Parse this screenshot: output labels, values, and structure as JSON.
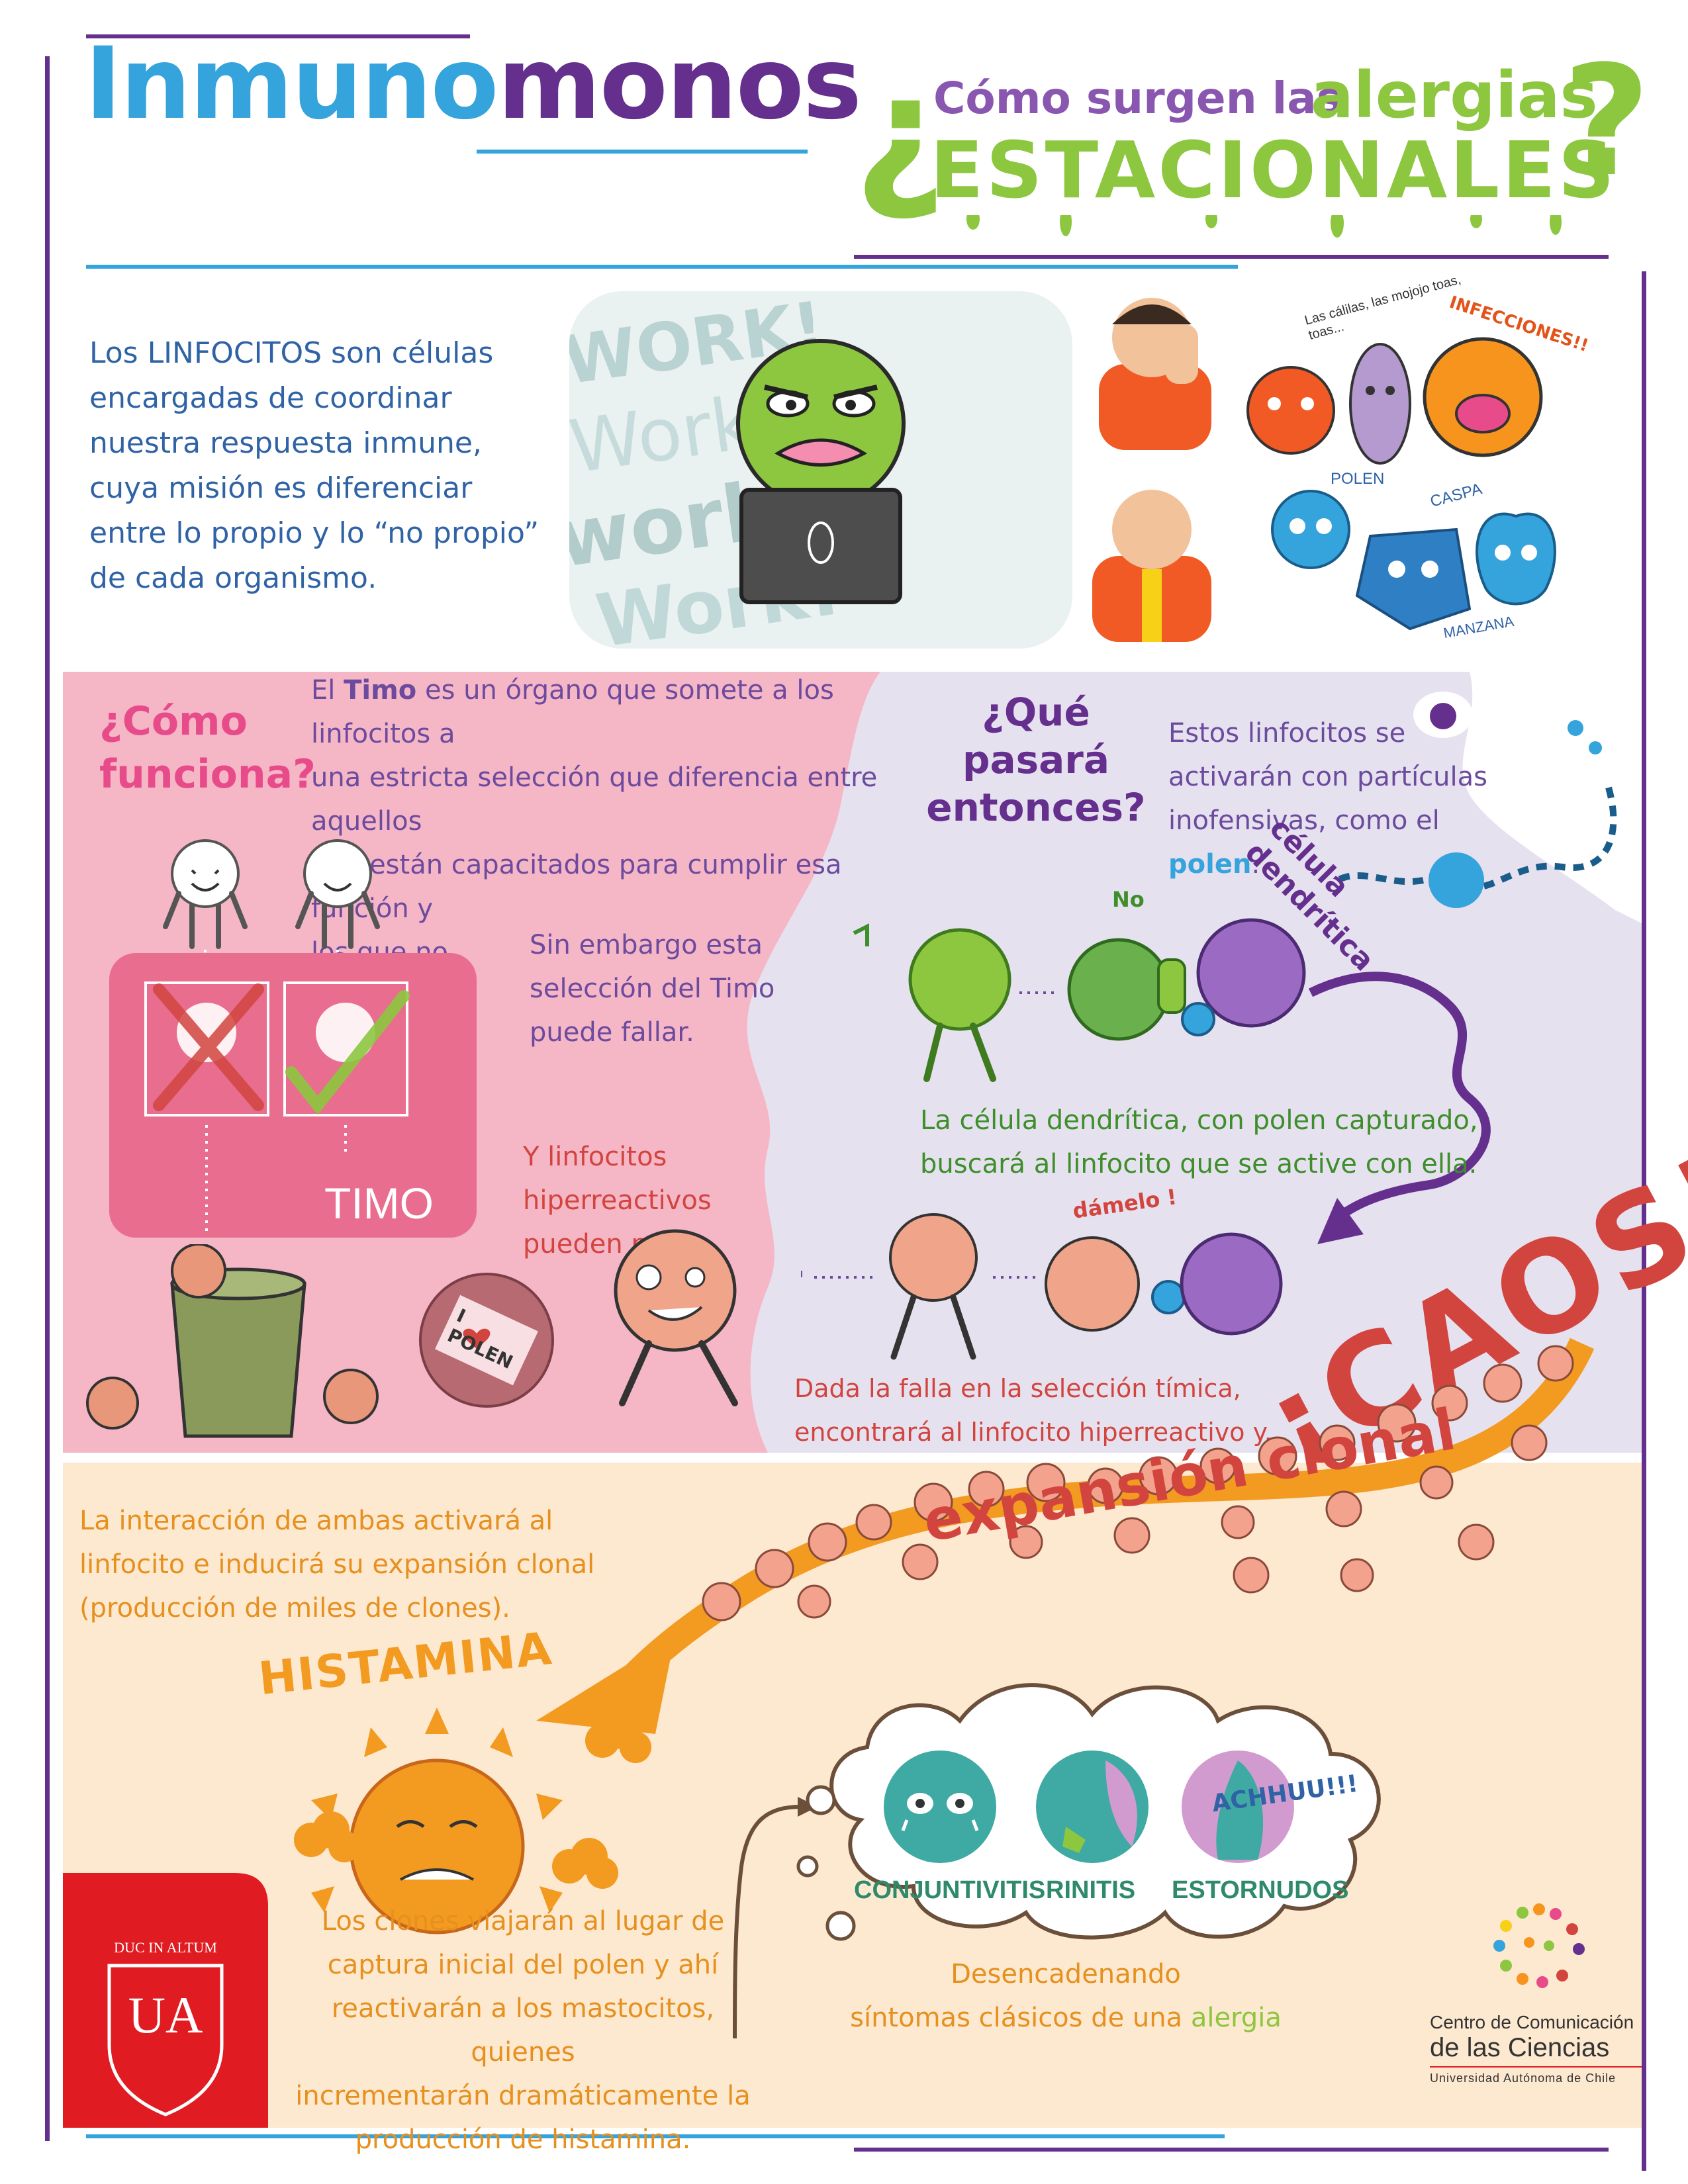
{
  "header": {
    "title_part1": "Inmuno",
    "title_part2": "monos",
    "question_open": "¿",
    "question_line1": "Cómo surgen las",
    "question_highlight": "alergias",
    "question_line2": "ESTACIONALES",
    "question_close": "?"
  },
  "intro": {
    "text_lines": [
      "Los LINFOCITOS son células",
      "encargadas de coordinar",
      "nuestra respuesta inmune,",
      "cuya misión es diferenciar",
      "entre lo propio y lo “no propio”",
      "de cada organismo."
    ],
    "work_words": [
      "WORK!",
      "Work!",
      "work!",
      "Work!"
    ],
    "meme_caption": "Las cálilas, las mojojo toas, toas...",
    "infecciones_label": "INFECCIONES!!",
    "polen_label": "POLEN",
    "caspa_label": "CASPA",
    "manzana_label": "MANZANA"
  },
  "como_funciona": {
    "heading_line1": "¿Cómo",
    "heading_line2": "funciona?",
    "text_lines": [
      "una estricta selección que diferencia entre aquellos",
      "que están capacitados para cumplir esa función  y",
      "los que no."
    ],
    "text_prefix": "El",
    "text_bold": "Timo",
    "text_rest": "es un órgano que somete a los linfocitos a",
    "timo_label": "TIMO",
    "fail_lines": [
      "Sin embargo esta",
      "selección del Timo",
      "puede fallar."
    ],
    "hyper_lines": [
      "Y linfocitos",
      "hiperreactivos",
      "pueden pasar."
    ],
    "badge_line1": "I",
    "badge_line2": "POLEN"
  },
  "que_pasara": {
    "heading_line1": "¿Qué",
    "heading_line2": "pasará",
    "heading_line3": "entonces?",
    "text_line1": "Estos linfocitos se",
    "text_line2": "activarán con partículas",
    "text_line3_prefix": "inofensivas, como el",
    "text_line3_bold": "polen",
    "text_line3_end": ".",
    "dendritic_line1": "célula",
    "dendritic_line2": "dendrítica",
    "no_label": "No",
    "green_lines": [
      "La célula dendrítica, con polen capturado,",
      "buscará al linfocito que se active con ella."
    ],
    "damelo_label": "dámelo !",
    "red_lines": [
      "Dada la falla en la selección tímica,",
      "encontrará al linfocito hiperreactivo y..."
    ],
    "caos_label": "¡CAOS!"
  },
  "expansion": {
    "text_lines": [
      "La interacción de ambas activará al",
      "linfocito e inducirá su expansión clonal",
      "(producción de miles de clones)."
    ],
    "arc_label": "expansión clonal",
    "histamina_label": "HISTAMINA",
    "clones_lines": [
      "Los clones viajarán al lugar de",
      "captura inicial del polen y ahí",
      "reactivarán a los mastocitos, quienes",
      "incrementarán dramáticamente la",
      "producción de histamina."
    ],
    "symptoms": [
      "CONJUNTIVITIS",
      "RINITIS",
      "ESTORNUDOS"
    ],
    "achhuu_label": "ACHHUU!!!",
    "conclusion_line1": "Desencadenando",
    "conclusion_line2_prefix": "síntomas clásicos de una",
    "conclusion_line2_highlight": "alergia"
  },
  "footer": {
    "ua_motto": "DUC IN ALTUM",
    "ua_initials": "UA",
    "center_line1_prefix": "Centro de",
    "center_line1_bold": "Comunicación",
    "center_line2": "de las Ciencias",
    "university": "Universidad Autónoma de Chile"
  },
  "colors": {
    "purple": "#652f8e",
    "blue": "#35a3dc",
    "green": "#8dc63f",
    "pink_bg": "#f5b6c6",
    "lavender_bg": "#e6e1ef",
    "peach_bg": "#fde8d0",
    "red": "#d2453f",
    "orange": "#f39a21"
  }
}
